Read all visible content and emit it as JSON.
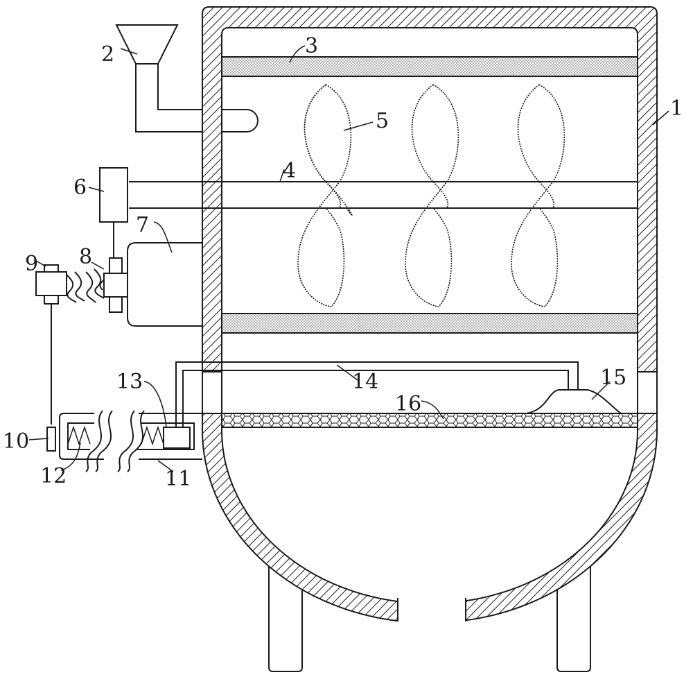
{
  "labels": [
    {
      "id": "1",
      "text": "1"
    },
    {
      "id": "2",
      "text": "2"
    },
    {
      "id": "3",
      "text": "3"
    },
    {
      "id": "4",
      "text": "4"
    },
    {
      "id": "5",
      "text": "5"
    },
    {
      "id": "6",
      "text": "6"
    },
    {
      "id": "7",
      "text": "7"
    },
    {
      "id": "8",
      "text": "8"
    },
    {
      "id": "9",
      "text": "9"
    },
    {
      "id": "10",
      "text": "10"
    },
    {
      "id": "11",
      "text": "11"
    },
    {
      "id": "12",
      "text": "12"
    },
    {
      "id": "13",
      "text": "13"
    },
    {
      "id": "14",
      "text": "14"
    },
    {
      "id": "15",
      "text": "15"
    },
    {
      "id": "16",
      "text": "16"
    }
  ],
  "colors": {
    "line": "#1a1a1a",
    "background": "#ffffff"
  }
}
